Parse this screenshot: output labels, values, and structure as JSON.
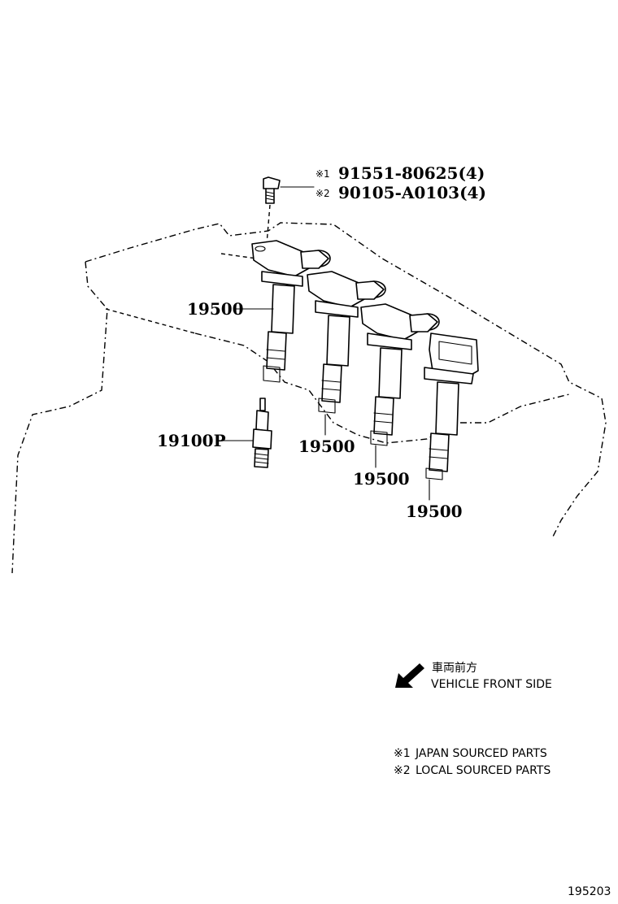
{
  "bolt_callouts": [
    {
      "mark": "※1",
      "part_number": "91551-80625(4)"
    },
    {
      "mark": "※2",
      "part_number": "90105-A0103(4)"
    }
  ],
  "part_labels": {
    "coil_1": "19500",
    "coil_2": "19500",
    "coil_3": "19500",
    "coil_4": "19500",
    "spark_plug": "19100P"
  },
  "direction": {
    "japanese": "車両前方",
    "english": "VEHICLE FRONT SIDE"
  },
  "legend": [
    {
      "mark": "※1",
      "text": "JAPAN SOURCED PARTS"
    },
    {
      "mark": "※2",
      "text": "LOCAL SOURCED PARTS"
    }
  ],
  "figure_id": "195203"
}
